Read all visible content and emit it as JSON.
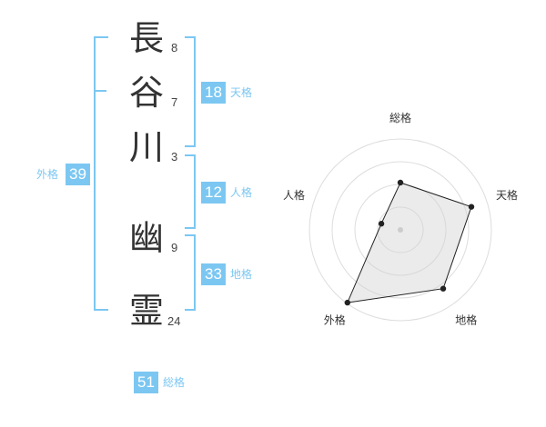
{
  "name": {
    "chars": [
      {
        "char": "長",
        "strokes": "8"
      },
      {
        "char": "谷",
        "strokes": "7"
      },
      {
        "char": "川",
        "strokes": "3"
      },
      {
        "char": "幽",
        "strokes": "9"
      },
      {
        "char": "霊",
        "strokes": "24"
      }
    ]
  },
  "scores": {
    "tenkaku": {
      "value": "18",
      "label": "天格"
    },
    "jinkaku": {
      "value": "12",
      "label": "人格"
    },
    "chikaku": {
      "value": "33",
      "label": "地格"
    },
    "gaikaku": {
      "value": "39",
      "label": "外格"
    },
    "soukaku": {
      "value": "51",
      "label": "総格"
    }
  },
  "colors": {
    "accent": "#7cc7f2",
    "text": "#333333"
  },
  "chart_data": {
    "type": "radar",
    "axes": [
      "総格",
      "天格",
      "地格",
      "外格",
      "人格"
    ],
    "values": [
      0.52,
      0.82,
      0.8,
      0.99,
      0.22
    ],
    "rings": 4,
    "grid": true
  }
}
